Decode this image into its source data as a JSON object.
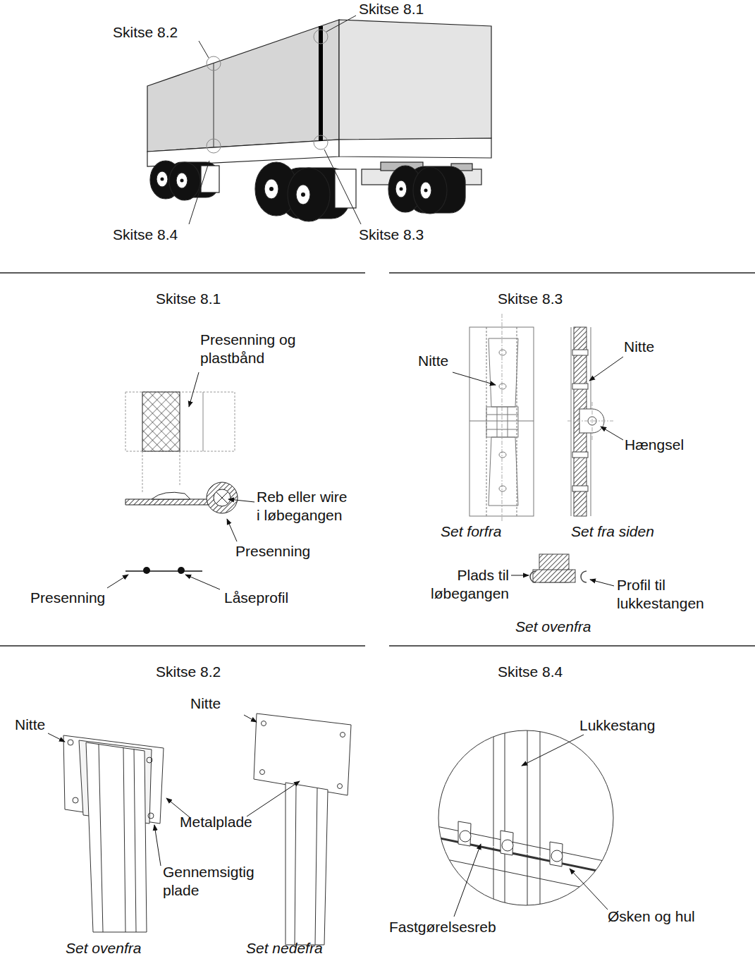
{
  "diagram": {
    "labels": [
      "Skitse 8.1",
      "Skitse 8.2",
      "Skitse 8.4",
      "Skitse 8.3",
      "Skitse 8.1",
      "Presenning og plastbånd",
      "Reb eller wire i løbegangen",
      "Presenning",
      "Presenning",
      "Låseprofil",
      "Skitse 8.3",
      "Nitte",
      "Nitte",
      "Hængsel",
      "Set forfra",
      "Set fra siden",
      "Plads til løbegangen",
      "Profil til lukkestangen",
      "Set ovenfra",
      "Skitse 8.2",
      "Nitte",
      "Nitte",
      "Metalplade",
      "Gennemsigtig plade",
      "Set ovenfra",
      "Set nedefra",
      "Skitse 8.4",
      "Lukkestang",
      "Fastgørelsesreb",
      "Øsken og hul"
    ]
  }
}
